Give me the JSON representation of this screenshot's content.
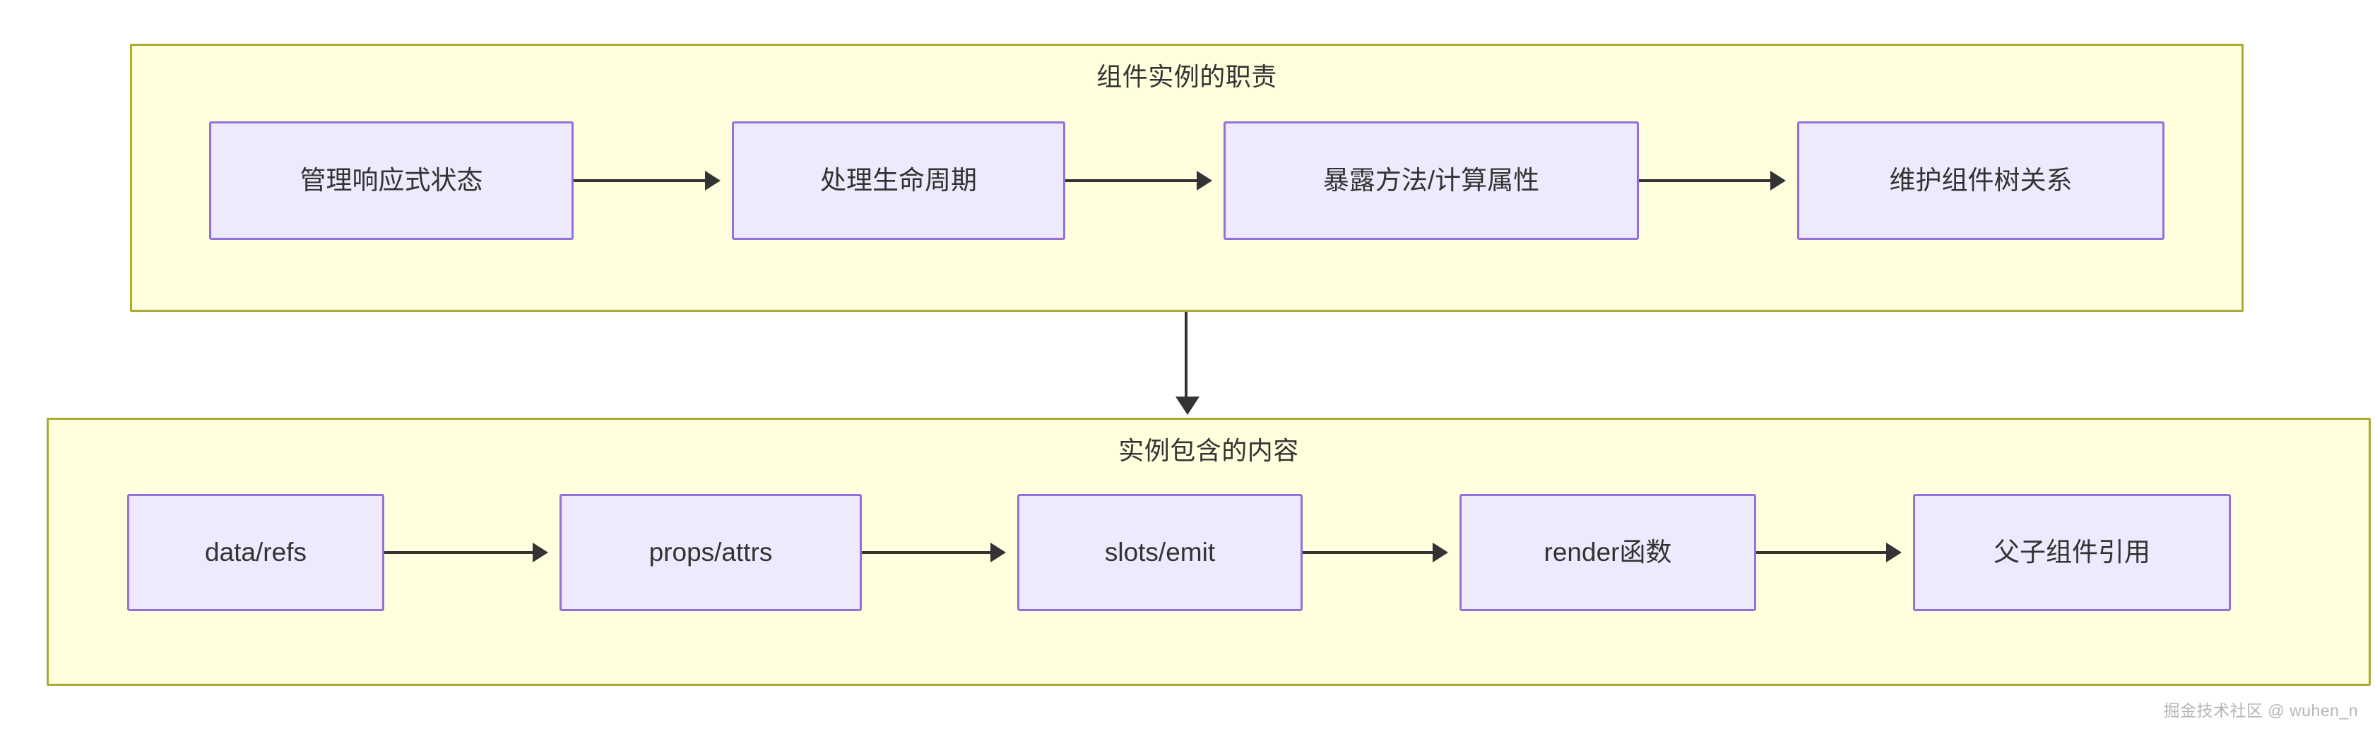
{
  "diagram": {
    "type": "flowchart",
    "direction": "left-to-right chains inside two stacked groups",
    "groups": [
      {
        "id": "responsibilities",
        "title": "组件实例的职责",
        "nodes": [
          {
            "id": "manage-reactive-state",
            "label": "管理响应式状态"
          },
          {
            "id": "handle-lifecycle",
            "label": "处理生命周期"
          },
          {
            "id": "expose-methods",
            "label": "暴露方法/计算属性"
          },
          {
            "id": "maintain-tree",
            "label": "维护组件树关系"
          }
        ]
      },
      {
        "id": "contents",
        "title": "实例包含的内容",
        "nodes": [
          {
            "id": "data-refs",
            "label": "data/refs"
          },
          {
            "id": "props-attrs",
            "label": "props/attrs"
          },
          {
            "id": "slots-emit",
            "label": "slots/emit"
          },
          {
            "id": "render-fn",
            "label": "render函数"
          },
          {
            "id": "parent-child",
            "label": "父子组件引用"
          }
        ]
      }
    ],
    "colors": {
      "group_fill": "#FFFFDE",
      "group_border": "#AAAA33",
      "node_fill": "#ECEAFC",
      "node_border": "#9370DB",
      "text": "#333333",
      "arrow": "#333333",
      "watermark": "#B5B5B5",
      "page_background": "#FFFFFF"
    }
  },
  "watermark": {
    "text": "掘金技术社区 @ wuhen_n"
  }
}
